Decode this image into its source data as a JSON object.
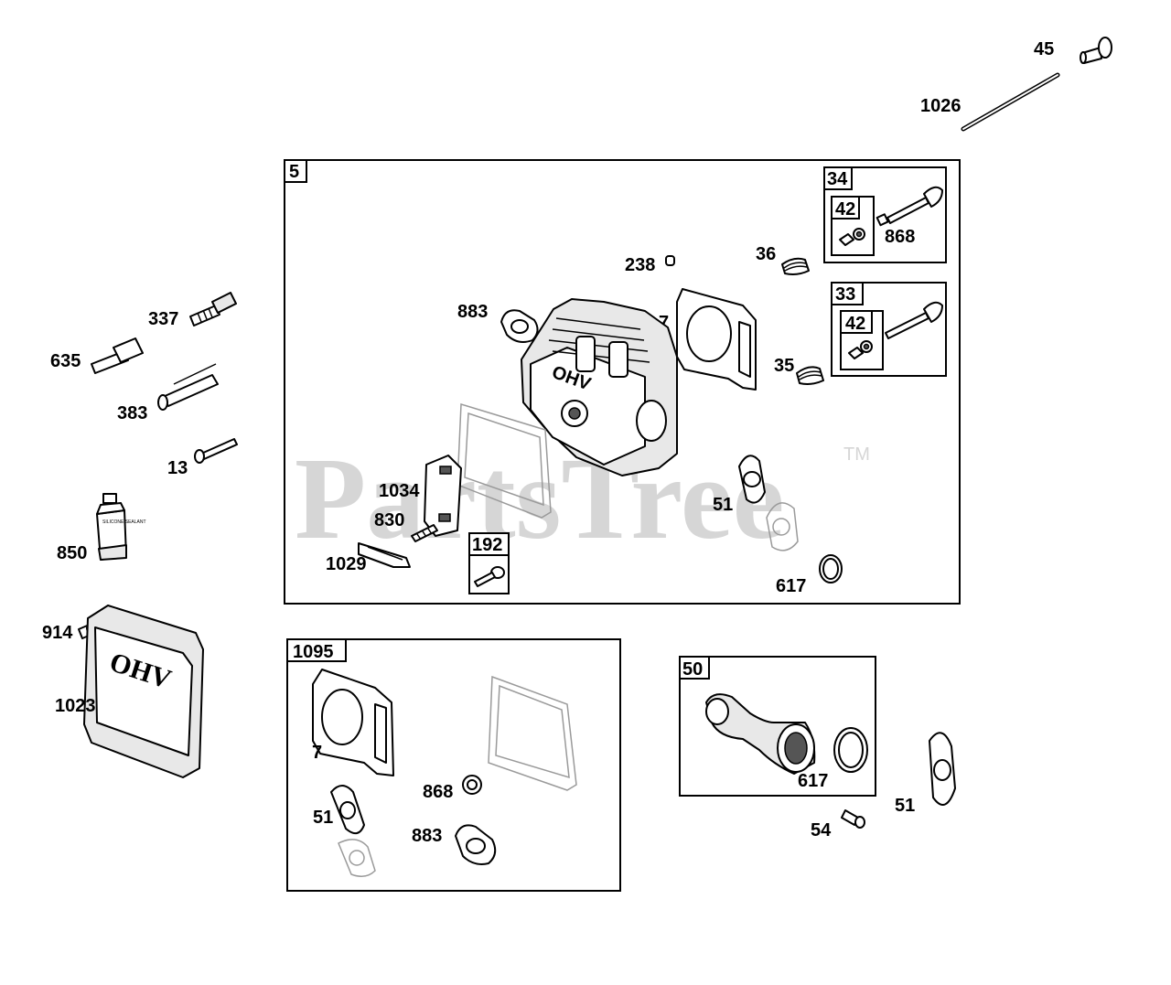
{
  "watermark": {
    "text": "PartsTree",
    "trademark": "TM"
  },
  "groups": {
    "cylinder_head": {
      "number": "5"
    },
    "exhaust_valve_kit": {
      "number": "34",
      "sub": "42"
    },
    "intake_valve_kit": {
      "number": "33",
      "sub": "42"
    },
    "screw_kit": {
      "number": "192"
    },
    "gasket_set": {
      "number": "1095"
    },
    "intake_elbow": {
      "number": "50"
    }
  },
  "callouts": {
    "p45": "45",
    "p1026": "1026",
    "p868_kit": "868",
    "p238": "238",
    "p36": "36",
    "p883": "883",
    "p7": "7",
    "p35": "35",
    "p337": "337",
    "p635": "635",
    "p383": "383",
    "p13": "13",
    "p1034": "1034",
    "p830": "830",
    "p51": "51",
    "p1029": "1029",
    "p617": "617",
    "p850": "850",
    "p914": "914",
    "p1023": "1023",
    "set7": "7",
    "set51": "51",
    "set868": "868",
    "set883": "883",
    "elbow617": "617",
    "p54": "54",
    "p51b": "51"
  },
  "product_text": {
    "sealant": "SILICONE SEALANT",
    "ohv_cover": "OHV",
    "ohv_head": "OHV"
  }
}
